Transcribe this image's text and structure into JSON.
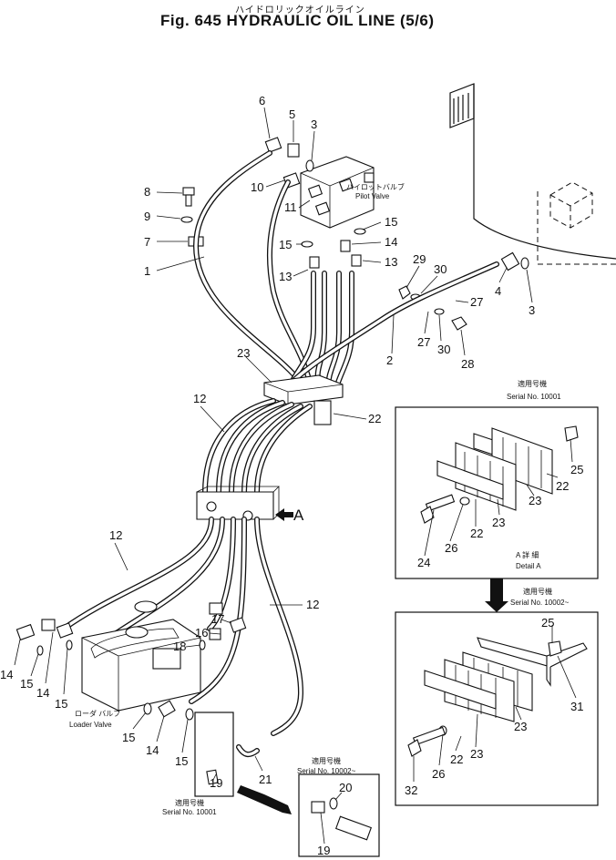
{
  "header": {
    "subtitle": "ハイドロリックオイルライン",
    "title": "Fig. 645 HYDRAULIC OIL LINE (5/6)"
  },
  "notes": {
    "pilot_valve_jp": "ハイロットバルブ",
    "pilot_valve_en": "Pilot Valve",
    "loader_valve_jp": "ローダ バルブ",
    "loader_valve_en": "Loader Valve",
    "detail_a_jp": "A 詳 細",
    "detail_a_en": "Detail A",
    "arrow_label": "A",
    "serial_jp": "適用号機",
    "serial_10001": "Serial No. 10001",
    "serial_10002": "Serial No. 10002~"
  },
  "callouts": {
    "main": [
      {
        "id": "c-1",
        "label": "1"
      },
      {
        "id": "c-2",
        "label": "2"
      },
      {
        "id": "c-3a",
        "label": "3"
      },
      {
        "id": "c-3b",
        "label": "3"
      },
      {
        "id": "c-4",
        "label": "4"
      },
      {
        "id": "c-5",
        "label": "5"
      },
      {
        "id": "c-6",
        "label": "6"
      },
      {
        "id": "c-7",
        "label": "7"
      },
      {
        "id": "c-8",
        "label": "8"
      },
      {
        "id": "c-9",
        "label": "9"
      },
      {
        "id": "c-10",
        "label": "10"
      },
      {
        "id": "c-11",
        "label": "11"
      },
      {
        "id": "c-12a",
        "label": "12"
      },
      {
        "id": "c-12b",
        "label": "12"
      },
      {
        "id": "c-12c",
        "label": "12"
      },
      {
        "id": "c-13a",
        "label": "13"
      },
      {
        "id": "c-13b",
        "label": "13"
      },
      {
        "id": "c-14a",
        "label": "14"
      },
      {
        "id": "c-14b",
        "label": "14"
      },
      {
        "id": "c-14c",
        "label": "14"
      },
      {
        "id": "c-14d",
        "label": "14"
      },
      {
        "id": "c-15a",
        "label": "15"
      },
      {
        "id": "c-15b",
        "label": "15"
      },
      {
        "id": "c-15c",
        "label": "15"
      },
      {
        "id": "c-15d",
        "label": "15"
      },
      {
        "id": "c-15e",
        "label": "15"
      },
      {
        "id": "c-15f",
        "label": "15"
      },
      {
        "id": "c-16",
        "label": "16"
      },
      {
        "id": "c-17",
        "label": "17"
      },
      {
        "id": "c-18",
        "label": "18"
      },
      {
        "id": "c-19a",
        "label": "19"
      },
      {
        "id": "c-19b",
        "label": "19"
      },
      {
        "id": "c-20",
        "label": "20"
      },
      {
        "id": "c-21",
        "label": "21"
      },
      {
        "id": "c-22",
        "label": "22"
      },
      {
        "id": "c-23",
        "label": "23"
      },
      {
        "id": "c-27a",
        "label": "27"
      },
      {
        "id": "c-27b",
        "label": "27"
      },
      {
        "id": "c-28",
        "label": "28"
      },
      {
        "id": "c-29",
        "label": "29"
      },
      {
        "id": "c-30a",
        "label": "30"
      },
      {
        "id": "c-30b",
        "label": "30"
      }
    ],
    "detail_a": [
      {
        "id": "d-22a",
        "label": "22"
      },
      {
        "id": "d-22b",
        "label": "22"
      },
      {
        "id": "d-23a",
        "label": "23"
      },
      {
        "id": "d-23b",
        "label": "23"
      },
      {
        "id": "d-24",
        "label": "24"
      },
      {
        "id": "d-25",
        "label": "25"
      },
      {
        "id": "d-26",
        "label": "26"
      }
    ],
    "detail_b": [
      {
        "id": "e-22",
        "label": "22"
      },
      {
        "id": "e-23a",
        "label": "23"
      },
      {
        "id": "e-23b",
        "label": "23"
      },
      {
        "id": "e-25",
        "label": "25"
      },
      {
        "id": "e-26",
        "label": "26"
      },
      {
        "id": "e-31",
        "label": "31"
      },
      {
        "id": "e-32",
        "label": "32"
      }
    ]
  }
}
